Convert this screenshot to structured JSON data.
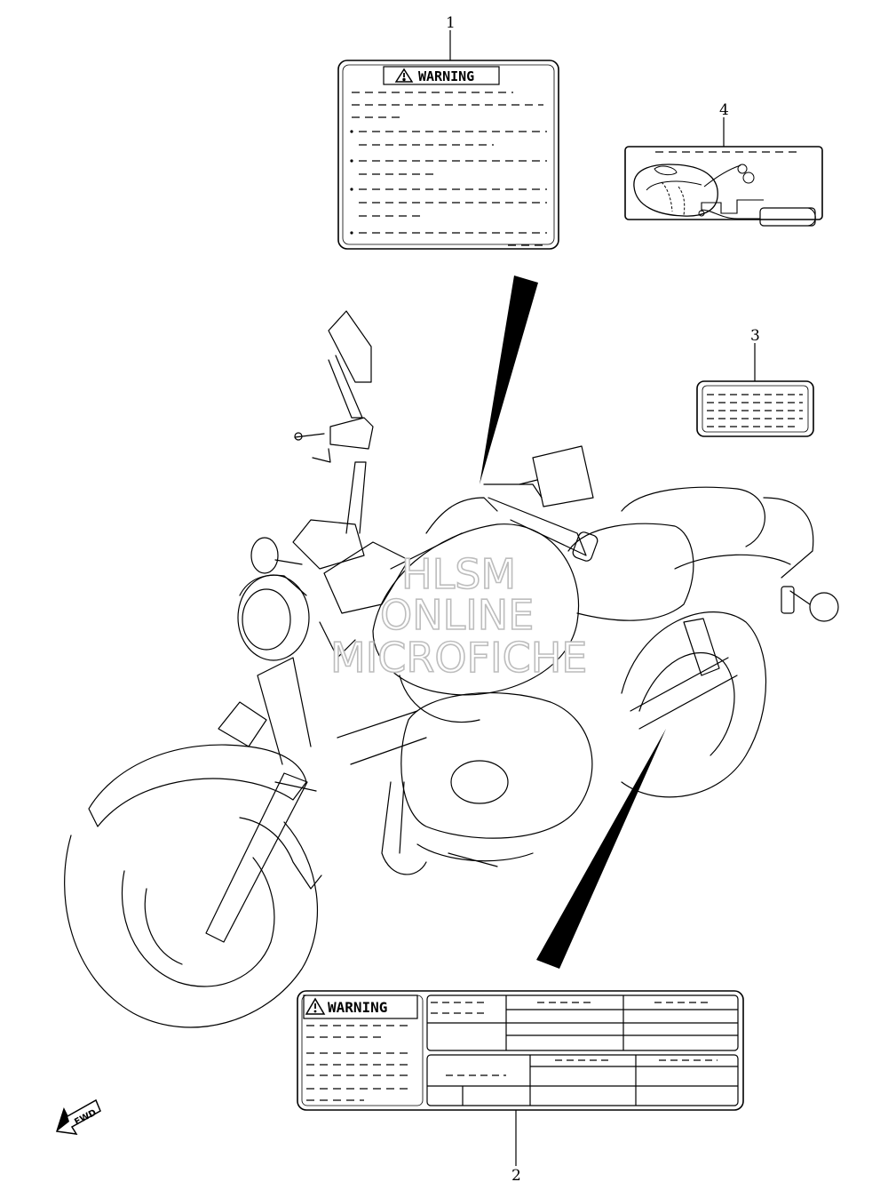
{
  "callouts": {
    "part1": "1",
    "part2": "2",
    "part3": "3",
    "part4": "4"
  },
  "label1": {
    "heading": "WARNING"
  },
  "label2": {
    "heading": "WARNING"
  },
  "fwd_arrow": {
    "text": "FWD"
  },
  "watermark": {
    "line1": "HLSM",
    "line2": "ONLINE",
    "line3": "MICROFICHE"
  },
  "icons": {
    "warning": "warning-triangle-icon",
    "forward": "fwd-arrow-icon"
  },
  "colors": {
    "line": "#000000",
    "watermark": "#bdbdbd",
    "background": "#ffffff"
  }
}
